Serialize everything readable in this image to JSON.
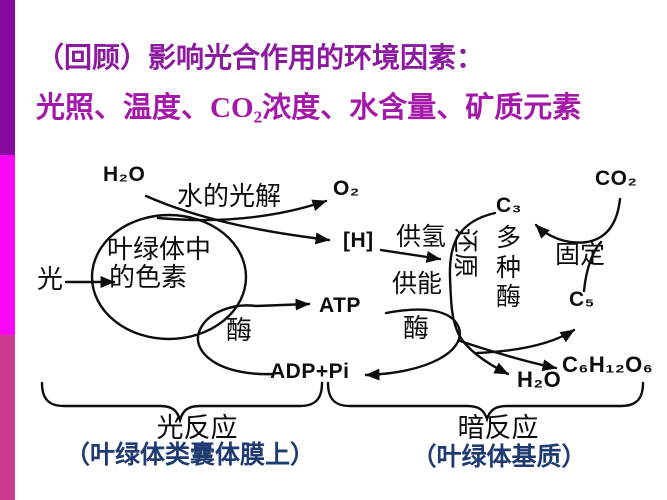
{
  "sidebar": {
    "segments": [
      {
        "name": "top",
        "color": "#8A0AA0"
      },
      {
        "name": "middle",
        "color": "#F706F7"
      },
      {
        "name": "bottom",
        "color": "#C93A90"
      }
    ]
  },
  "title": {
    "line1": "（回顾）影响光合作用的环境因素：",
    "line1_color": "#8C1A9E",
    "line2": "光照、温度、CO₂浓度、水含量、矿质元素",
    "line2_color": "#A318A8"
  },
  "diagram": {
    "water_top": "H₂O",
    "photolysis": "水的光解",
    "oxygen": "O₂",
    "hydrogen": "[H]",
    "light": "光",
    "pigment_line1": "叶绿体中",
    "pigment_line2": "的色素",
    "atp": "ATP",
    "enzyme_left": "酶",
    "enzyme_right": "酶",
    "adp": "ADP+Pi",
    "supply_hydrogen": "供氢",
    "supply_energy": "供能",
    "reduction": "还原",
    "various_enzymes": "多种酶",
    "fixation": "固定",
    "c3": "C₃",
    "c5": "C₅",
    "co2": "CO₂",
    "water_bottom": "H₂O",
    "glucose": "C₆H₁₂O₆"
  },
  "footer": {
    "light_reaction": "光反应",
    "light_location": "（叶绿体类囊体膜上）",
    "dark_reaction": "暗反应",
    "dark_location": "（叶绿体基质）",
    "location_color": "#1F3B72",
    "reaction_color": "#0d0d0d"
  }
}
